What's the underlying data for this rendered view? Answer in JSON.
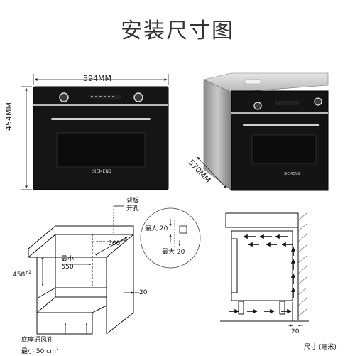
{
  "title": "安装尺寸图",
  "front_view": {
    "width_label": "594MM",
    "height_label": "454MM",
    "brand": "SIEMENS"
  },
  "side_view": {
    "depth_label": "570MM",
    "brand": "SIEMENS"
  },
  "cabinet_cutout": {
    "back_panel_opening": "背板\n开孔",
    "depth_label": "560",
    "depth_sup": "+8",
    "height_label": "458",
    "height_sup": "+2",
    "min_width_label": "最小\n550",
    "gap_label": "20",
    "base_vent_label": "底座通风孔",
    "base_vent_min": "最小 50 cm",
    "base_vent_sup": "2"
  },
  "detail_circle": {
    "max_top": "最大 20",
    "max_bottom": "最大 20"
  },
  "airflow_section": {
    "gap_label": "20"
  },
  "unit_note": "尺寸 (毫米)"
}
